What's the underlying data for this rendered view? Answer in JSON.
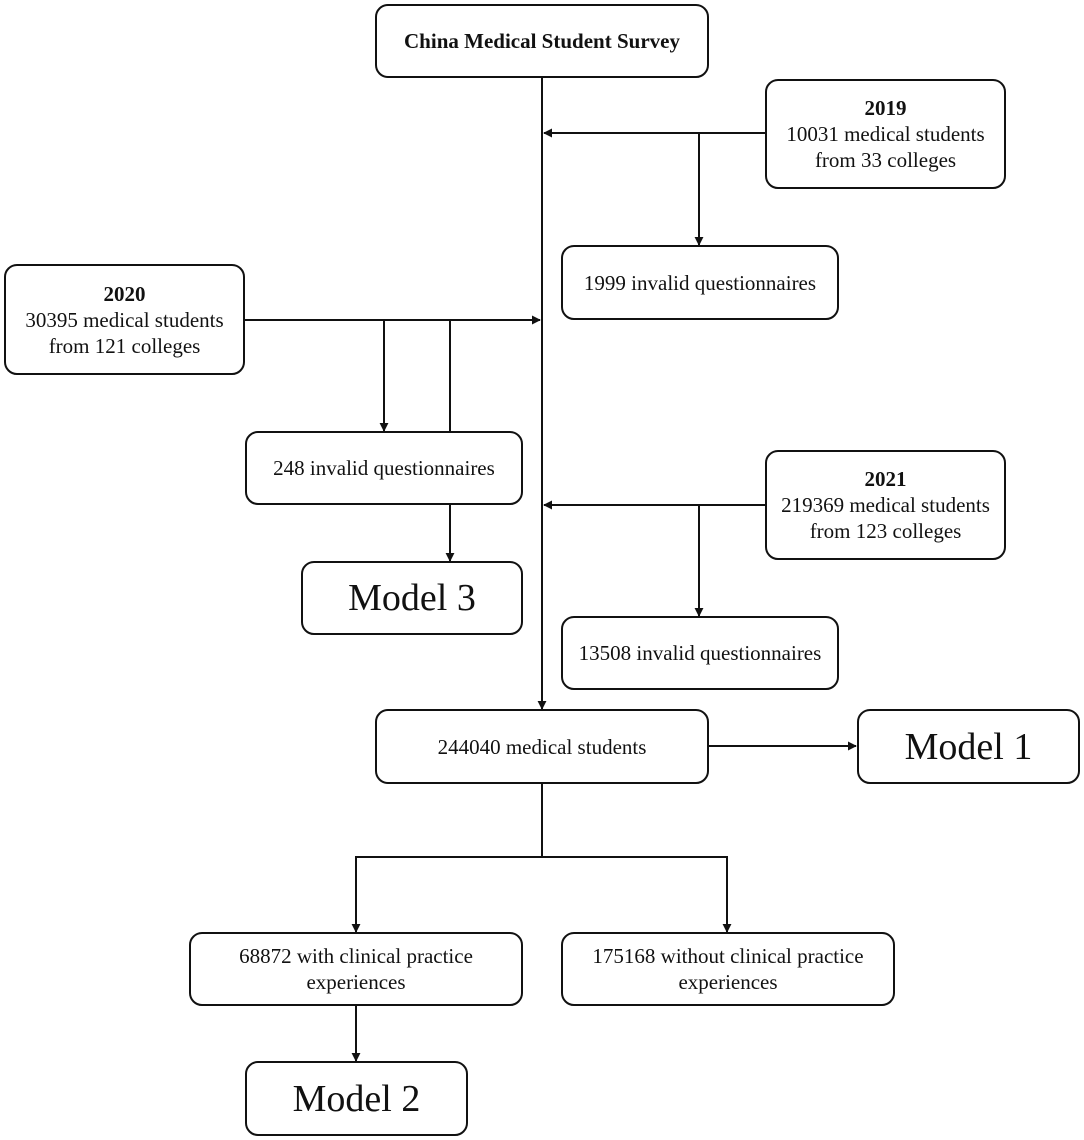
{
  "nodes": {
    "survey": {
      "label": "China Medical Student Survey"
    },
    "y2019": {
      "year": "2019",
      "line1": "10031 medical students",
      "line2": "from 33 colleges"
    },
    "invalid2019": {
      "label": "1999 invalid questionnaires"
    },
    "y2020": {
      "year": "2020",
      "line1": "30395 medical students",
      "line2": "from 121 colleges"
    },
    "invalid2020": {
      "label": "248 invalid questionnaires"
    },
    "model3": {
      "label": "Model 3"
    },
    "y2021": {
      "year": "2021",
      "line1": "219369 medical students",
      "line2": "from 123 colleges"
    },
    "invalid2021": {
      "label": "13508 invalid questionnaires"
    },
    "total": {
      "label": "244040 medical students"
    },
    "model1": {
      "label": "Model 1"
    },
    "withClinical": {
      "line1": "68872 with clinical practice",
      "line2": "experiences"
    },
    "withoutClinical": {
      "line1": "175168 without clinical practice",
      "line2": "experiences"
    },
    "model2": {
      "label": "Model 2"
    }
  },
  "edges": [
    {
      "from": "survey",
      "to": "total"
    },
    {
      "from": "y2019",
      "to": "main-line"
    },
    {
      "from": "y2019",
      "to": "invalid2019"
    },
    {
      "from": "y2020",
      "to": "main-line"
    },
    {
      "from": "y2020",
      "to": "invalid2020"
    },
    {
      "from": "y2020",
      "to": "model3"
    },
    {
      "from": "y2021",
      "to": "main-line"
    },
    {
      "from": "y2021",
      "to": "invalid2021"
    },
    {
      "from": "total",
      "to": "model1"
    },
    {
      "from": "total",
      "to": "withClinical"
    },
    {
      "from": "total",
      "to": "withoutClinical"
    },
    {
      "from": "withClinical",
      "to": "model2"
    }
  ]
}
